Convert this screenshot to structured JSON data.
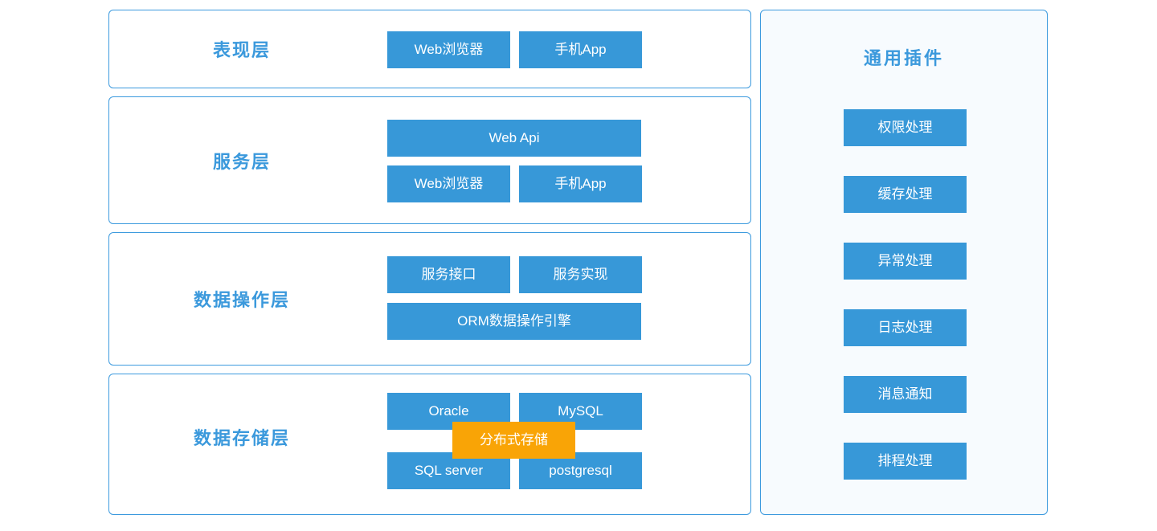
{
  "diagram": {
    "layers": [
      {
        "label": "表现层",
        "nodes": [
          {
            "label": "Web浏览器"
          },
          {
            "label": "手机App"
          }
        ]
      },
      {
        "label": "服务层",
        "nodes": [
          {
            "label": "Web Api"
          },
          {
            "label": "Web浏览器"
          },
          {
            "label": "手机App"
          }
        ]
      },
      {
        "label": "数据操作层",
        "nodes": [
          {
            "label": "服务接口"
          },
          {
            "label": "服务实现"
          },
          {
            "label": "ORM数据操作引擎"
          }
        ]
      },
      {
        "label": "数据存储层",
        "nodes": [
          {
            "label": "Oracle"
          },
          {
            "label": "MySQL"
          },
          {
            "label": "SQL server"
          },
          {
            "label": "postgresql"
          },
          {
            "label": "分布式存储"
          }
        ]
      }
    ],
    "plugins": {
      "title": "通用插件",
      "items": [
        {
          "label": "权限处理"
        },
        {
          "label": "缓存处理"
        },
        {
          "label": "异常处理"
        },
        {
          "label": "日志处理"
        },
        {
          "label": "消息通知"
        },
        {
          "label": "排程处理"
        }
      ]
    },
    "colors": {
      "node_blue": "#3798d8",
      "node_orange": "#f9a406",
      "border_blue": "#3c9ade",
      "label_blue": "#3b99dc",
      "panel_bg": "#f7fbfe"
    }
  }
}
